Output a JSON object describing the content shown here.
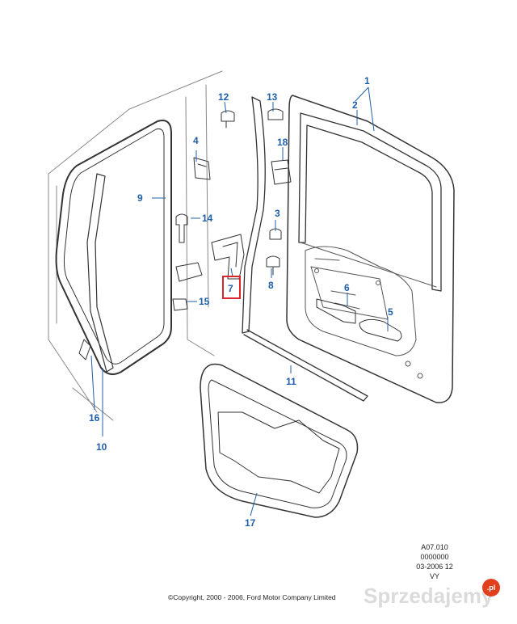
{
  "colors": {
    "callout": "#1f5fa8",
    "highlight": "#d9262c",
    "line": "#333333",
    "leader": "#1f5fa8"
  },
  "callouts": {
    "c1": "1",
    "c2": "2",
    "c3": "3",
    "c4": "4",
    "c5": "5",
    "c6": "6",
    "c7": "7",
    "c8": "8",
    "c9": "9",
    "c10": "10",
    "c11": "11",
    "c12": "12",
    "c13": "13",
    "c14": "14",
    "c15": "15",
    "c16": "16",
    "c17": "17",
    "c18": "18"
  },
  "highlighted_callout": "7",
  "reference": {
    "code": "A07.010",
    "number": "0000000",
    "date": "03-2006 12",
    "variant": "VY"
  },
  "copyright": "©Copyright, 2000 - 2006, Ford Motor Company Limited",
  "watermark": {
    "text": "Sprzedajemy",
    "badge": ".pl"
  }
}
